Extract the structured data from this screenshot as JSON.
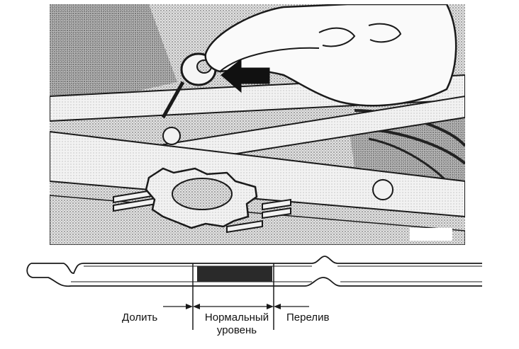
{
  "illustration": {
    "subject": "checking-oil-dipstick-engine"
  },
  "dipstick": {
    "labels": {
      "add": "Долить",
      "normal_line1": "Нормальный",
      "normal_line2": "уровень",
      "overflow": "Перелив"
    }
  },
  "colors": {
    "ink": "#1a1a1a",
    "halftone": "#cfcfcf",
    "normal_zone": "#2a2a2a",
    "arrow": "#111111"
  }
}
